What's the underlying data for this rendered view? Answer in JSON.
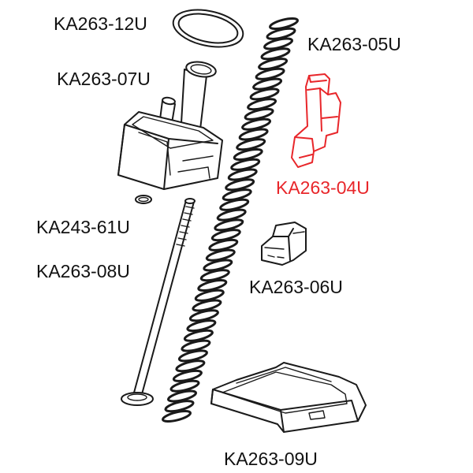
{
  "diagram": {
    "highlight_color": "#e8262a",
    "line_color": "#1a1a1a",
    "parts": [
      {
        "id": "o-ring",
        "label": "KA263-12U",
        "highlighted": false
      },
      {
        "id": "follower-spring",
        "label": "KA263-05U",
        "highlighted": false
      },
      {
        "id": "feed-lip",
        "label": "KA263-07U",
        "highlighted": false
      },
      {
        "id": "red-part",
        "label": "KA263-04U",
        "highlighted": true
      },
      {
        "id": "small-o-ring",
        "label": "KA243-61U",
        "highlighted": false
      },
      {
        "id": "bolt",
        "label": "KA263-08U",
        "highlighted": false
      },
      {
        "id": "small-block",
        "label": "KA263-06U",
        "highlighted": false
      },
      {
        "id": "base-plate",
        "label": "KA263-09U",
        "highlighted": false
      }
    ]
  }
}
